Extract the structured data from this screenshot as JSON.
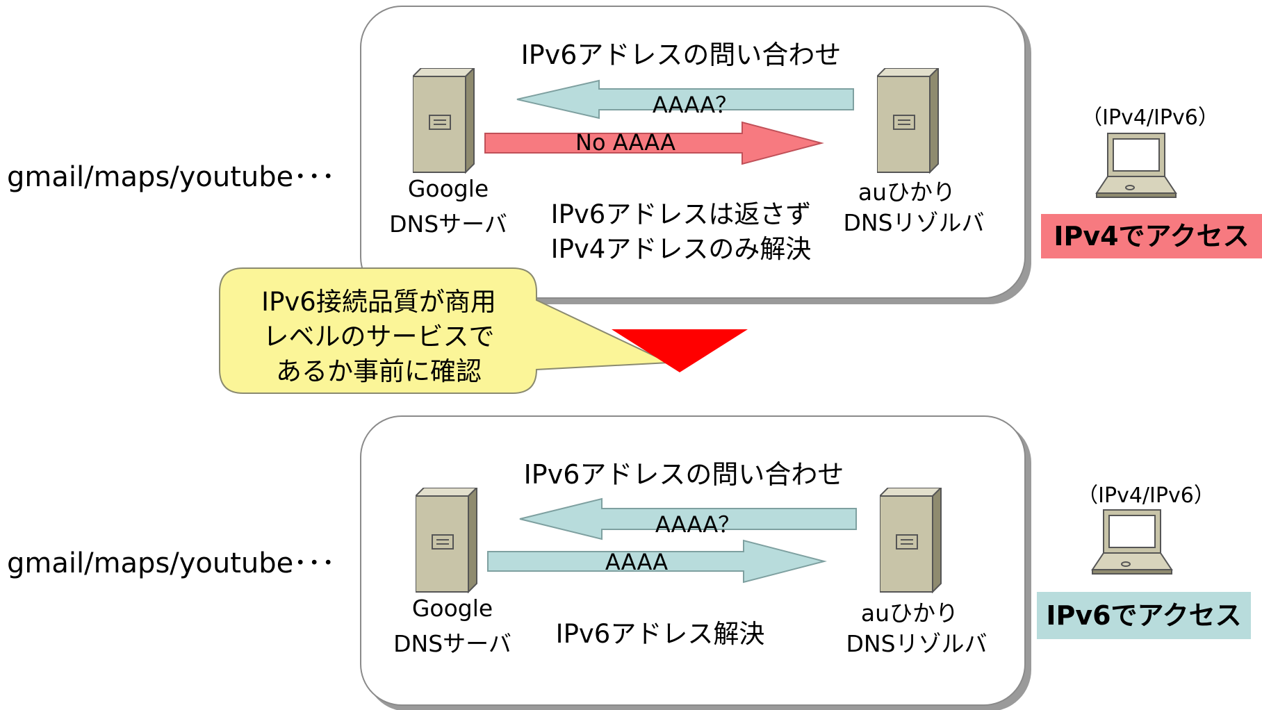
{
  "colors": {
    "query_arrow": "#b8dcdc",
    "no_aaaa_arrow": "#f77a80",
    "aaaa_arrow": "#b8dcdc",
    "ipv4_badge": "#f77a80",
    "ipv6_badge": "#b8dcdc",
    "callout": "#fbf598",
    "down_triangle": "#ff0000",
    "server_body": "#c8c4a8"
  },
  "top": {
    "left_label": "gmail/maps/youtube･･･",
    "query_title": "IPv6アドレスの問い合わせ",
    "query_arrow_label": "AAAA？",
    "response_arrow_label": "No AAAA",
    "server_left_label_line1": "Google",
    "server_left_label_line2": "DNSサーバ",
    "result_line1": "IPv6アドレスは返さず",
    "result_line2": "IPv4アドレスのみ解決",
    "server_right_label_line1": "auひかり",
    "server_right_label_line2": "DNSリゾルバ",
    "client_label": "（IPv4/IPv6）",
    "access_badge": "IPv4でアクセス"
  },
  "callout": {
    "line1": "IPv6接続品質が商用",
    "line2": "レベルのサービスで",
    "line3": "あるか事前に確認"
  },
  "bottom": {
    "left_label": "gmail/maps/youtube･･･",
    "query_title": "IPv6アドレスの問い合わせ",
    "query_arrow_label": "AAAA？",
    "response_arrow_label": "AAAA",
    "server_left_label_line1": "Google",
    "server_left_label_line2": "DNSサーバ",
    "result_line1": "IPv6アドレス解決",
    "server_right_label_line1": "auひかり",
    "server_right_label_line2": "DNSリゾルバ",
    "client_label": "（IPv4/IPv6）",
    "access_badge": "IPv6でアクセス"
  }
}
